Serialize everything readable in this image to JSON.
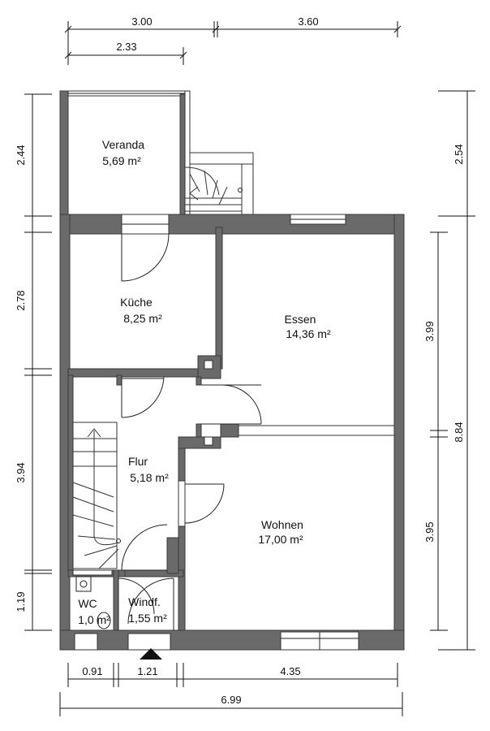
{
  "rooms": {
    "veranda": {
      "name": "Veranda",
      "area": "5,69 m²"
    },
    "kueche": {
      "name": "Küche",
      "area": "8,25 m²"
    },
    "essen": {
      "name": "Essen",
      "area": "14,36 m²"
    },
    "flur": {
      "name": "Flur",
      "area": "5,18 m²"
    },
    "wohnen": {
      "name": "Wohnen",
      "area": "17,00 m²"
    },
    "wc": {
      "name": "WC",
      "area": "1,0 m²"
    },
    "windf": {
      "name": "Windf.",
      "area": "1,55 m²"
    }
  },
  "dimensions": {
    "top_left": "3.00",
    "top_right": "3.60",
    "top_inner": "2.33",
    "left_1": "2.44",
    "left_2": "2.78",
    "left_3": "3.94",
    "left_4": "1.19",
    "right_1": "2.54",
    "right_2": "3.99",
    "right_3": "3.95",
    "right_total": "8.84",
    "bottom_1": "0.91",
    "bottom_2": "1.21",
    "bottom_3": "4.35",
    "bottom_total": "6.99"
  }
}
